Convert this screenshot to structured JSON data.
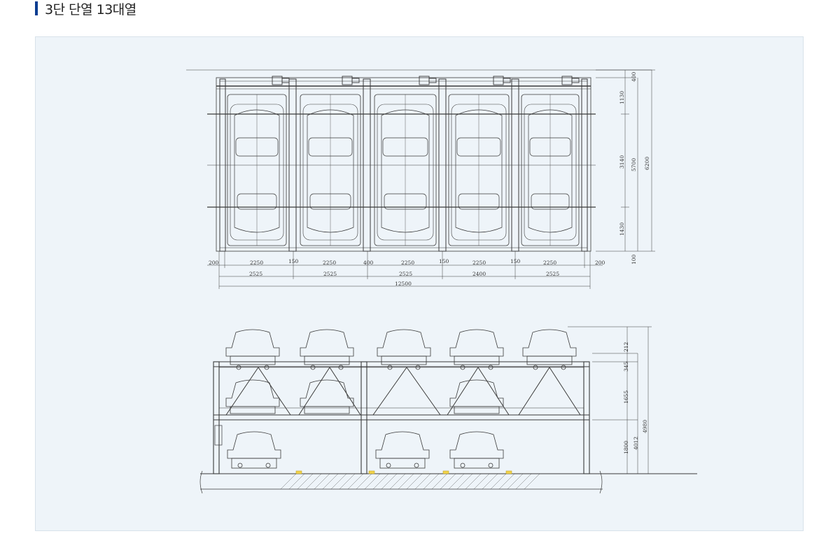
{
  "section": {
    "title": "3단 단열 13대열"
  },
  "plan_view": {
    "bay_widths": [
      "2250",
      "2250",
      "2250",
      "2250",
      "2250"
    ],
    "gap_labels": [
      "150",
      "400",
      "150",
      "150"
    ],
    "edge_left": "200",
    "edge_right": "200",
    "module_widths": [
      "2525",
      "2525",
      "2525",
      "2400",
      "2525"
    ],
    "total_width": "12500",
    "right_dims": {
      "top": "400",
      "upper": "1130",
      "middle": "3140",
      "lower": "1430",
      "bottom": "100",
      "inner_total": "5700",
      "outer_total": "6200"
    }
  },
  "elevation_view": {
    "right_dims": {
      "top": "212",
      "deck": "345",
      "level2": "1655",
      "level1": "1800",
      "inner_total": "4012",
      "outer_total": "4980"
    }
  },
  "colors": {
    "accent": "#0a3d91",
    "panel_bg": "#eef4f9",
    "line": "#3a3a3a"
  }
}
